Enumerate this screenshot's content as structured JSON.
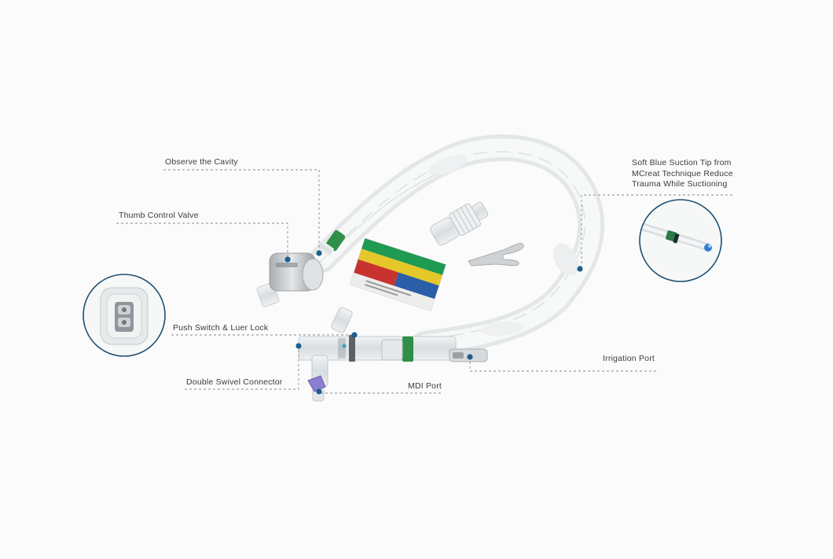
{
  "labels": {
    "observe_cavity": "Observe the Cavity",
    "thumb_control_valve": "Thumb Control Valve",
    "push_switch": "Push Switch & Luer Lock",
    "double_swivel": "Double Swivel Connector",
    "mdi_port": "MDI Port",
    "irrigation_port": "Irrigation Port",
    "suction_tip": {
      "line1": "Soft Blue Suction Tip from",
      "line2": "MCreat Technique Reduce",
      "line3": "Trauma While Suctioning"
    }
  },
  "colors": {
    "background": "#fbfbfb",
    "marker": "#1f5f8f",
    "leader_line": "#8a8a8a",
    "callout_ring": "#1d4f73",
    "label_text": "#3b3b3b"
  }
}
